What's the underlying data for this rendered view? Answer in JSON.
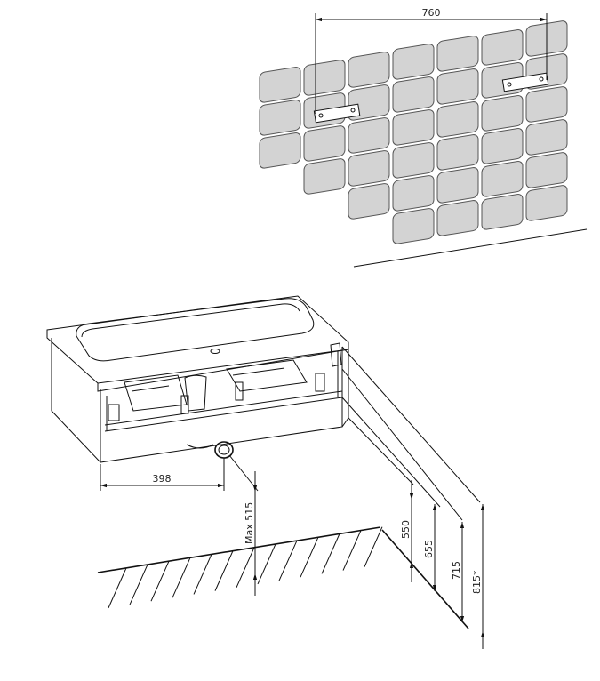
{
  "dimensions": {
    "bracket_spacing": "760",
    "drain_offset": "398",
    "max_drain_height": "Max 515",
    "height_550": "550",
    "height_655": "655",
    "height_715": "715",
    "height_815": "815*"
  },
  "tile_rows_per_column": [
    [
      0,
      2
    ],
    [
      0,
      3
    ],
    [
      0,
      4
    ],
    [
      0,
      5
    ],
    [
      0,
      5
    ],
    [
      0,
      5
    ],
    [
      0,
      5
    ]
  ]
}
